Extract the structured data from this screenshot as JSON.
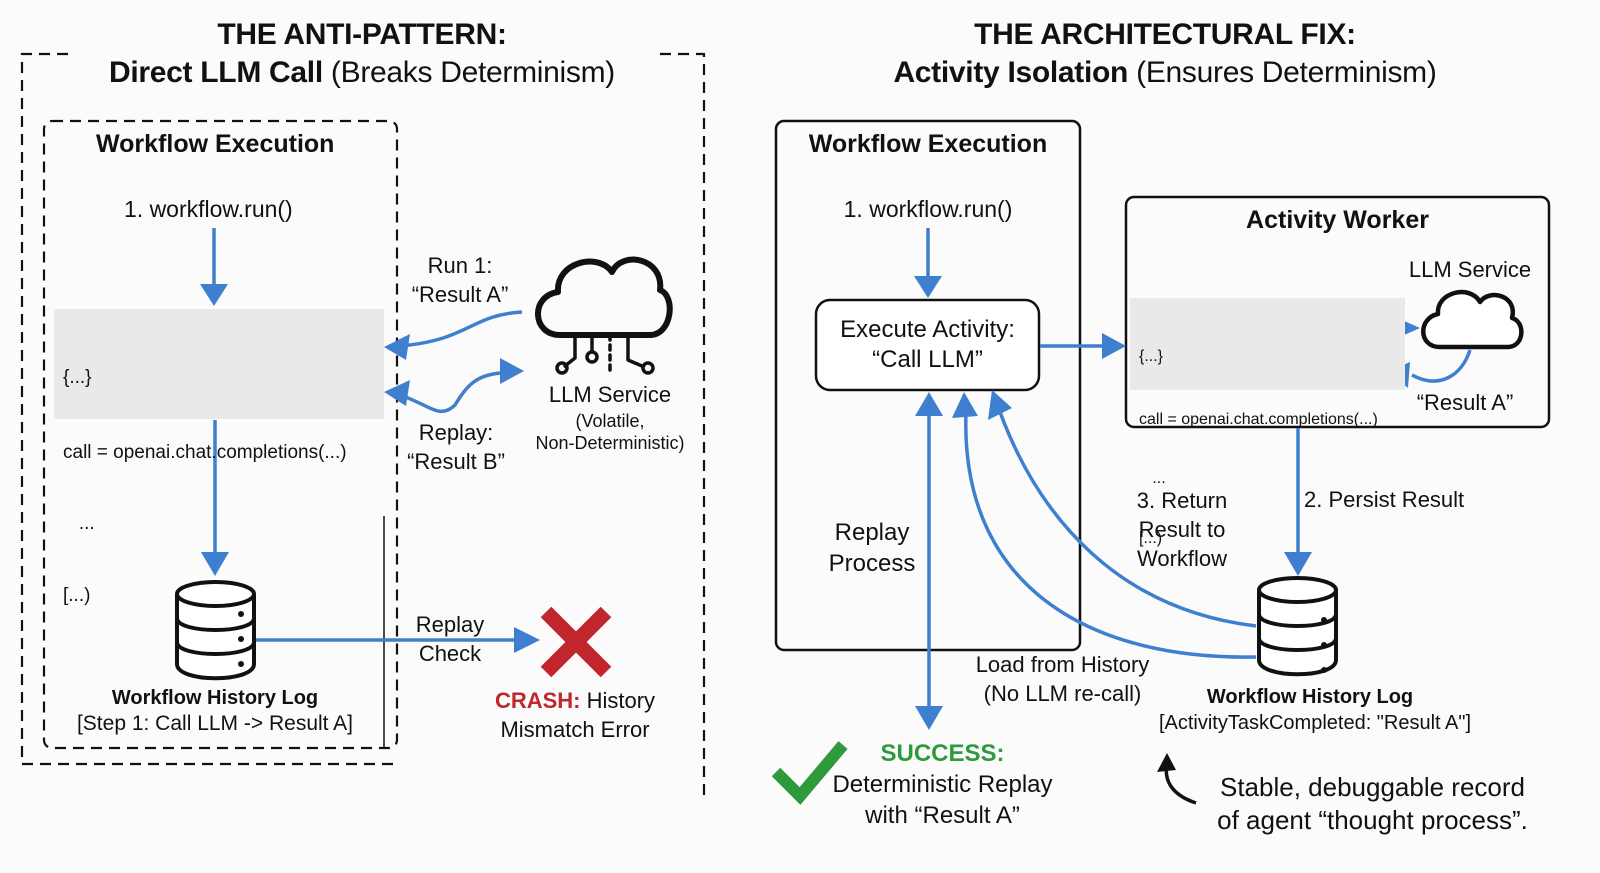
{
  "colors": {
    "arrow": "#3f7fcf",
    "crash": "#c0262b",
    "success": "#2f9a3c",
    "code_bg": "#e9e9e9"
  },
  "left": {
    "title": "THE ANTI-PATTERN:",
    "subtitle_bold": "Direct LLM Call",
    "subtitle_rest": " (Breaks Determinism)",
    "workflow_header": "Workflow Execution",
    "step1": "1. workflow.run()",
    "code": [
      "{...}",
      "call = openai.chat.completions(...)",
      "   ...",
      "[...)"
    ],
    "run1_label": [
      "Run 1:",
      "“Result A”"
    ],
    "replay_label": [
      "Replay:",
      "“Result B”"
    ],
    "llm_service": "LLM Service",
    "llm_note": [
      "(Volatile,",
      "Non-Deterministic)"
    ],
    "history_title": "Workflow History Log",
    "history_entry": "[Step 1: Call LLM -> Result A]",
    "replay_check": [
      "Replay",
      "Check"
    ],
    "crash_label": "CRASH:",
    "crash_rest": " History",
    "crash_line2": "Mismatch Error",
    "icons": {
      "cloud": "cloud-circuit-icon",
      "database": "database-icon",
      "cross": "x-mark-icon"
    }
  },
  "right": {
    "title": "THE ARCHITECTURAL FIX:",
    "subtitle_bold": "Activity Isolation",
    "subtitle_rest": " (Ensures Determinism)",
    "workflow_header": "Workflow Execution",
    "step1": "1. workflow.run()",
    "execute_activity": [
      "Execute Activity:",
      "“Call LLM”"
    ],
    "activity_worker": "Activity Worker",
    "llm_service": "LLM Service",
    "code": [
      "{...}",
      "call = openai.chat.completions(...)",
      "   ...",
      "[...)"
    ],
    "result_a": "“Result A”",
    "persist": "2. Persist Result",
    "return_label": [
      "3. Return",
      "Result to",
      "Workflow"
    ],
    "replay_process": [
      "Replay",
      "Process"
    ],
    "load_history": [
      "Load from History",
      "(No LLM re-call)"
    ],
    "history_title": "Workflow History Log",
    "history_entry": "[ActivityTaskCompleted: \"Result A\"]",
    "success_label": "SUCCESS:",
    "success_lines": [
      "Deterministic Replay",
      "with “Result A”"
    ],
    "note": [
      "Stable, debuggable record",
      "of agent “thought process”."
    ],
    "icons": {
      "cloud": "cloud-icon",
      "database": "database-icon",
      "check": "checkmark-icon",
      "curved_arrow": "curved-arrow-icon"
    }
  }
}
